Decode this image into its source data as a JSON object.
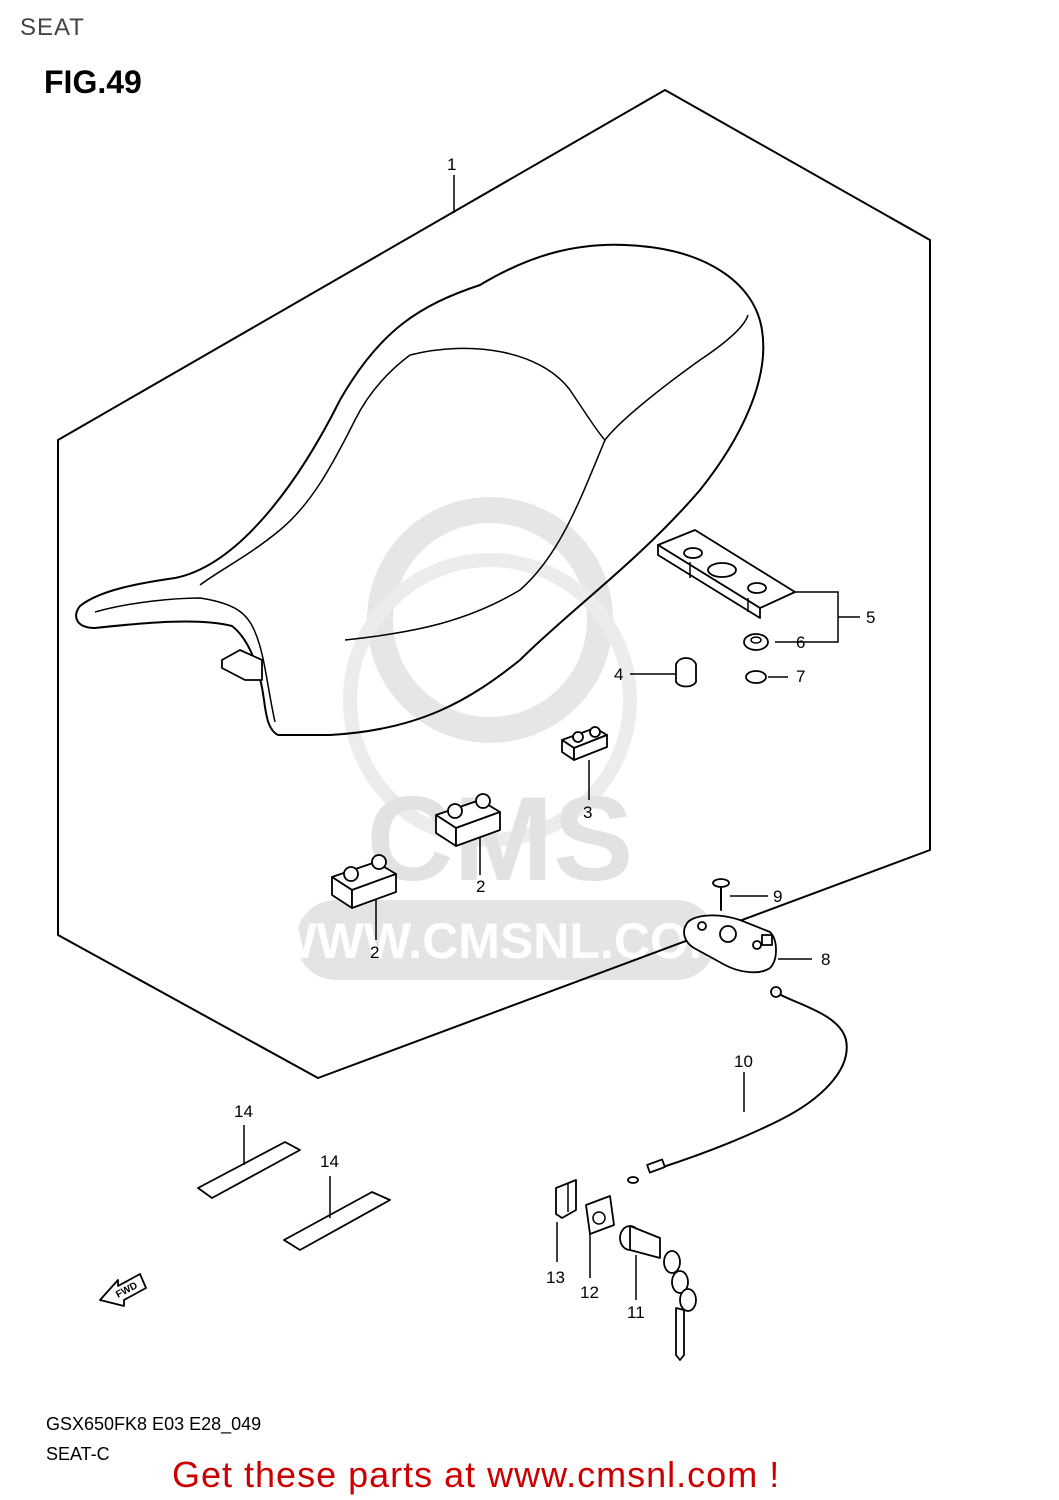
{
  "header": {
    "section": "SEAT",
    "figure": "FIG.49"
  },
  "footer": {
    "model_code": "GSX650FK8 E03 E28_049",
    "sub_code": "SEAT-C"
  },
  "cta": {
    "text": "Get these parts at www.cmsnl.com !"
  },
  "watermark": {
    "brand": "CMS",
    "url": "WWW.CMSNL.COM"
  },
  "fwd_arrow": {
    "label": "FWD"
  },
  "callouts": {
    "c1": "1",
    "c2a": "2",
    "c2b": "2",
    "c3": "3",
    "c4": "4",
    "c5": "5",
    "c6": "6",
    "c7": "7",
    "c8": "8",
    "c9": "9",
    "c10": "10",
    "c11": "11",
    "c12": "12",
    "c13": "13",
    "c14a": "14",
    "c14b": "14"
  }
}
